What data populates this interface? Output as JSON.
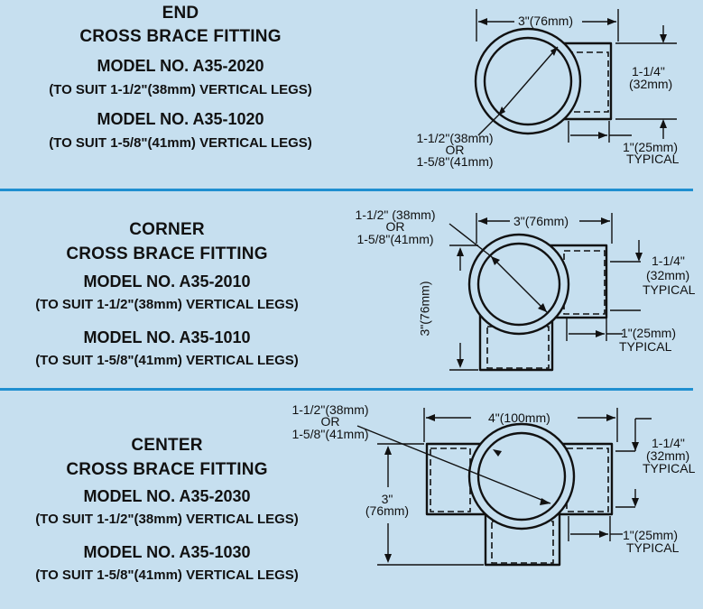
{
  "end": {
    "title1": "END",
    "title2": "CROSS BRACE FITTING",
    "model1": "MODEL NO. A35-2020",
    "suit1": "(TO SUIT 1-1/2\"(38mm) VERTICAL LEGS)",
    "model2": "MODEL NO. A35-1020",
    "suit2": "(TO SUIT 1-5/8\"(41mm) VERTICAL LEGS)",
    "dim_width": "3\"(76mm)",
    "dim_height_a": "1-1/4\"",
    "dim_height_b": "(32mm)",
    "dim_dia_a": "1-1/2\"(38mm)",
    "dim_dia_b": "OR",
    "dim_dia_c": "1-5/8\"(41mm)",
    "dim_depth_a": "1\"(25mm)",
    "dim_depth_b": "TYPICAL"
  },
  "corner": {
    "title1": "CORNER",
    "title2": "CROSS BRACE FITTING",
    "model1": "MODEL NO. A35-2010",
    "suit1": "(TO SUIT 1-1/2\"(38mm) VERTICAL LEGS)",
    "model2": "MODEL NO. A35-1010",
    "suit2": "(TO SUIT 1-5/8\"(41mm) VERTICAL LEGS)",
    "dim_dia_a": "1-1/2\" (38mm)",
    "dim_dia_b": "OR",
    "dim_dia_c": "1-5/8\"(41mm)",
    "dim_width": "3\"(76mm)",
    "dim_vertical": "3\"(76mm)",
    "dim_height_a": "1-1/4\"",
    "dim_height_b": "(32mm)",
    "dim_height_c": "TYPICAL",
    "dim_depth_a": "1\"(25mm)",
    "dim_depth_b": "TYPICAL"
  },
  "center": {
    "title1": "CENTER",
    "title2": "CROSS BRACE FITTING",
    "model1": "MODEL NO. A35-2030",
    "suit1": "(TO SUIT 1-1/2\"(38mm) VERTICAL LEGS)",
    "model2": "MODEL NO. A35-1030",
    "suit2": "(TO SUIT 1-5/8\"(41mm) VERTICAL LEGS)",
    "dim_dia_a": "1-1/2\"(38mm)",
    "dim_dia_b": "OR",
    "dim_dia_c": "1-5/8\"(41mm)",
    "dim_width": "4\"(100mm)",
    "dim_vertical_a": "3\"",
    "dim_vertical_b": "(76mm)",
    "dim_height_a": "1-1/4\"",
    "dim_height_b": "(32mm)",
    "dim_height_c": "TYPICAL",
    "dim_depth_a": "1\"(25mm)",
    "dim_depth_b": "TYPICAL"
  }
}
